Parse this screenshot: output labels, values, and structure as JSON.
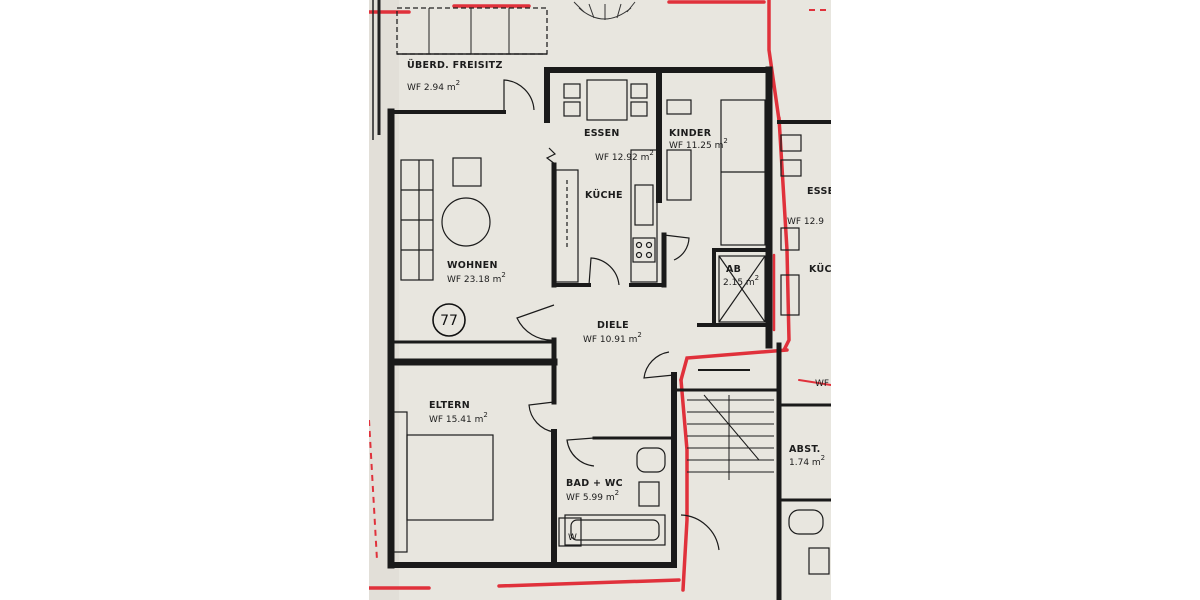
{
  "floor_plan": {
    "unit_number": "77",
    "rooms": {
      "freisitz": {
        "name": "ÜBERD. FREISITZ",
        "area": "WF 2.94 m",
        "area_exp": "2"
      },
      "essen": {
        "name": "ESSEN",
        "area": "WF 12.92 m",
        "area_exp": "2"
      },
      "kinder": {
        "name": "KINDER",
        "area": "WF 11.25 m",
        "area_exp": "2"
      },
      "kueche": {
        "name": "KÜCHE"
      },
      "wohnen": {
        "name": "WOHNEN",
        "area": "WF 23.18 m",
        "area_exp": "2"
      },
      "ab": {
        "name": "AB",
        "area": "2.15 m",
        "area_exp": "2"
      },
      "diele": {
        "name": "DIELE",
        "area": "WF 10.91 m",
        "area_exp": "2"
      },
      "eltern": {
        "name": "ELTERN",
        "area": "WF 15.41 m",
        "area_exp": "2"
      },
      "bad": {
        "name": "BAD + WC",
        "area": "WF 5.99 m",
        "area_exp": "2"
      },
      "abst": {
        "name": "ABST.",
        "area": "1.74 m",
        "area_exp": "2"
      },
      "essen_neighbor": {
        "name": "ESSE",
        "area": "WF 12.9"
      },
      "kueche_neighbor": {
        "name": "KÜC"
      },
      "wf_neighbor": {
        "name": "WF"
      },
      "w_marker": {
        "name": "W"
      }
    }
  },
  "colors": {
    "paper": "#e9e7e1",
    "wall": "#1a1a1a",
    "highlight": "#e0313b"
  }
}
